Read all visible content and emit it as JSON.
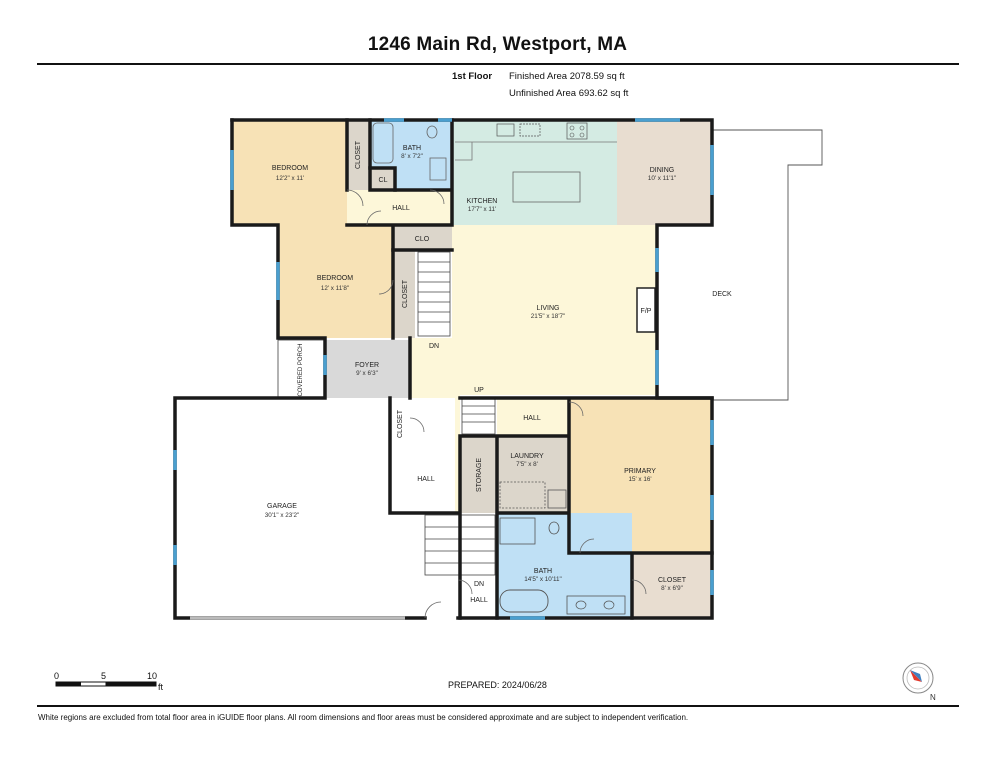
{
  "header": {
    "title": "1246 Main Rd, Westport, MA",
    "floor": "1st Floor",
    "finished_area": "Finished Area 2078.59 sq ft",
    "unfinished_area": "Unfinished Area 693.62 sq ft"
  },
  "rooms": {
    "bedroom1": {
      "name": "BEDROOM",
      "dims": "12'2\" x 11'"
    },
    "closet1": {
      "name": "CLOSET"
    },
    "bath1": {
      "name": "BATH",
      "dims": "8' x 7'2\""
    },
    "cl": {
      "name": "CL"
    },
    "hall1": {
      "name": "HALL"
    },
    "kitchen": {
      "name": "KITCHEN",
      "dims": "17'7\" x 11'"
    },
    "dining": {
      "name": "DINING",
      "dims": "10' x 11'1\""
    },
    "clo": {
      "name": "CLO"
    },
    "bedroom2": {
      "name": "BEDROOM",
      "dims": "12' x 11'8\""
    },
    "closet2": {
      "name": "CLOSET"
    },
    "living": {
      "name": "LIVING",
      "dims": "21'5\" x 18'7\""
    },
    "fp": {
      "name": "F/P"
    },
    "deck": {
      "name": "DECK"
    },
    "covered_porch": {
      "name": "COVERED PORCH"
    },
    "foyer": {
      "name": "FOYER",
      "dims": "9' x 6'3\""
    },
    "dn1": {
      "name": "DN"
    },
    "up": {
      "name": "UP"
    },
    "hall2": {
      "name": "HALL"
    },
    "closet3": {
      "name": "CLOSET"
    },
    "garage": {
      "name": "GARAGE",
      "dims": "30'1\" x 23'2\""
    },
    "hall3": {
      "name": "HALL"
    },
    "storage": {
      "name": "STORAGE"
    },
    "laundry": {
      "name": "LAUNDRY",
      "dims": "7'5\" x 8'"
    },
    "primary": {
      "name": "PRIMARY",
      "dims": "15' x 16'"
    },
    "bath2": {
      "name": "BATH",
      "dims": "14'5\" x 10'11\""
    },
    "closet4": {
      "name": "CLOSET",
      "dims": "8' x 6'9\""
    },
    "dn2": {
      "name": "DN"
    },
    "hall4": {
      "name": "HALL"
    }
  },
  "scale": {
    "ticks": [
      "0",
      "5",
      "10"
    ],
    "unit": "ft"
  },
  "prepared": "PREPARED: 2024/06/28",
  "compass": {
    "label": "N"
  },
  "footer": "White regions are excluded from total floor area in iGUIDE floor plans. All room dimensions and floor areas must be considered approximate and are subject to independent verification.",
  "colors": {
    "bedroom": "#f7e2b6",
    "bath": "#bfe0f5",
    "kitchen": "#d4ebe3",
    "dining": "#e8ddd0",
    "living": "#fdf7d9",
    "hall": "#fdf7d9",
    "utility": "#dcd6cb",
    "foyer": "#d9d9d9",
    "wall": "#1a1a1a",
    "window": "#4a9fcf"
  }
}
